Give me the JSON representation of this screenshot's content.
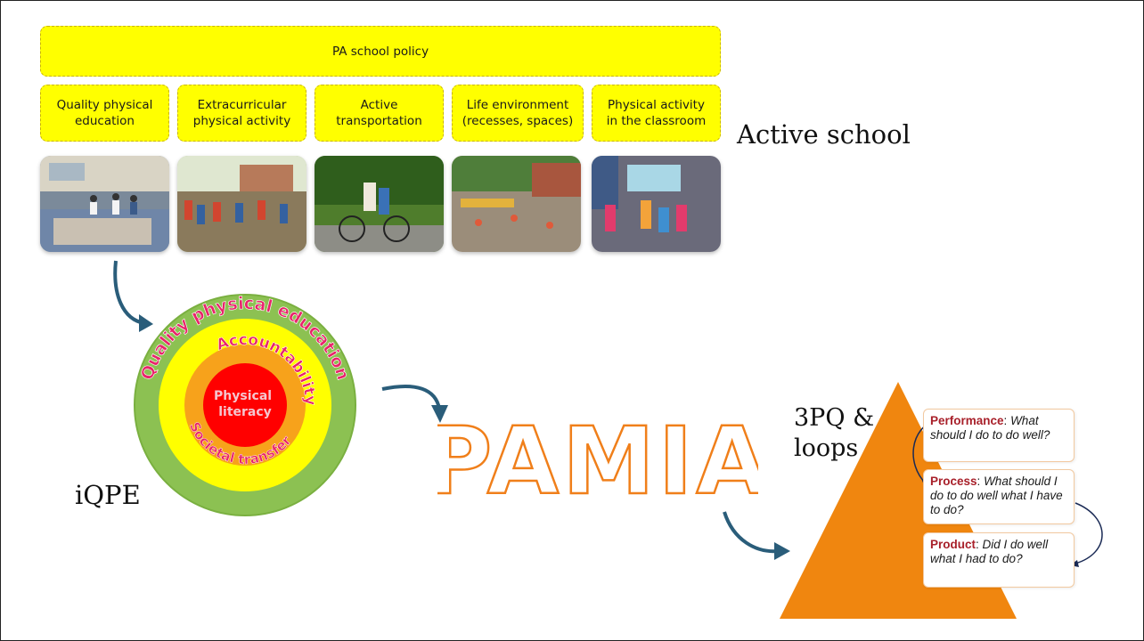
{
  "policy_bar": {
    "label": "PA school policy"
  },
  "components": [
    {
      "label": "Quality physical\neducation"
    },
    {
      "label": "Extracurricular\nphysical activity"
    },
    {
      "label": "Active\ntransportation"
    },
    {
      "label": "Life environment\n(recesses, spaces)"
    },
    {
      "label": "Physical activity\nin the classroom"
    }
  ],
  "active_school_label": "Active school",
  "iqpe": {
    "label": "iQPE",
    "outer_ring": "Quality physical education",
    "middle_ring_top": "Accountability",
    "middle_ring_bottom": "Societal transfer",
    "core": "Physical\nliteracy"
  },
  "pamia": {
    "label": "PAMIA"
  },
  "pyramid": {
    "label": "3PQ &\nloops",
    "rows": [
      {
        "title": "Performance",
        "question": "What should I do to do well?"
      },
      {
        "title": "Process",
        "question": "What should I do to do well what I have to do?"
      },
      {
        "title": "Product",
        "question": "Did I do well what I had to do?"
      }
    ]
  },
  "colors": {
    "box_yellow": "#ffff00",
    "ring_green": "#8cc152",
    "ring_yellow": "#ffff00",
    "ring_orange": "#f7a21b",
    "core_red": "#ff0000",
    "ring_text": "#e8246a",
    "arrow": "#2a5d7a",
    "pyramid": "#f0860f",
    "pamia_outline": "#f07f1a"
  }
}
